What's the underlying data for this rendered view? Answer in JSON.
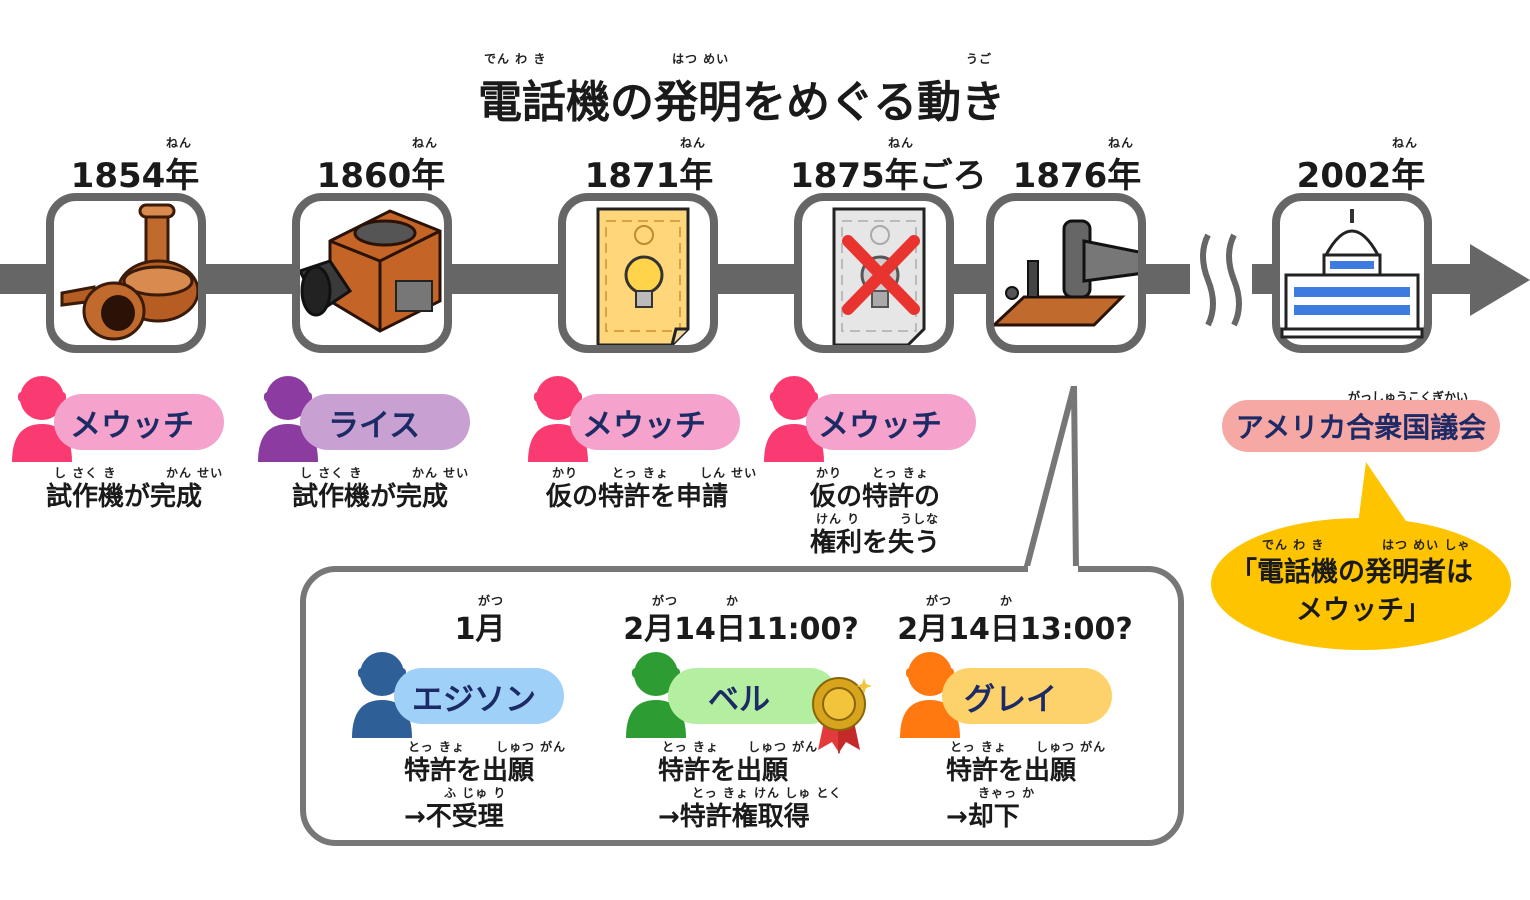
{
  "title": {
    "text": "電話機の発明をめぐる動き",
    "ruby_den_wa_ki": "でん わ き",
    "ruby_hatsumei": "はつ めい",
    "ruby_ugo": "うご"
  },
  "colors": {
    "bar": "#666666",
    "pink": "#fa3b72",
    "pink_pill": "#f5a3cc",
    "purple": "#8c3ca0",
    "purple_pill": "#c9a0d2",
    "blue": "#2e5f97",
    "blue_pill": "#9fd0f7",
    "green": "#2d9c33",
    "green_pill": "#b4eea0",
    "orange": "#ff7810",
    "orange_pill": "#fdd26a",
    "salmon_pill": "#f6a8a4",
    "yellow_bubble": "#ffc400"
  },
  "timeline": [
    {
      "year": "1854年",
      "ruby": "ねん",
      "icon": "meucci-telephone-icon",
      "person": "メウッチ",
      "person_color": "pink",
      "caption": "試作機が完成",
      "caption_ruby_1": "し さく き",
      "caption_ruby_2": "かん せい"
    },
    {
      "year": "1860年",
      "ruby": "ねん",
      "icon": "reis-telephone-icon",
      "person": "ライス",
      "person_color": "purple",
      "caption": "試作機が完成",
      "caption_ruby_1": "し さく き",
      "caption_ruby_2": "かん せい"
    },
    {
      "year": "1871年",
      "ruby": "ねん",
      "icon": "patent-document-icon",
      "person": "メウッチ",
      "person_color": "pink",
      "caption": "仮の特許を申請",
      "caption_ruby_1": "かり",
      "caption_ruby_2": "とっ きょ",
      "caption_ruby_3": "しん せい"
    },
    {
      "year": "1875年ごろ",
      "ruby": "ねん",
      "icon": "crossed-patent-icon",
      "person": "メウッチ",
      "person_color": "pink",
      "caption_line1": "仮の特許の",
      "caption_line2": "権利を失う",
      "caption_ruby_1": "かり",
      "caption_ruby_2": "とっ きょ",
      "caption_ruby_3": "けん り",
      "caption_ruby_4": "うしな"
    },
    {
      "year": "1876年",
      "ruby": "ねん",
      "icon": "bell-telephone-icon"
    },
    {
      "year": "2002年",
      "ruby": "ねん",
      "icon": "capitol-building-icon",
      "org": "アメリカ合衆国議会",
      "org_ruby": "がっしゅうこくぎかい",
      "speech": "「電話機の発明者は",
      "speech2": "メウッチ」",
      "speech_ruby_1": "でん わ き",
      "speech_ruby_2": "はつ めい しゃ"
    }
  ],
  "popup": [
    {
      "time": "1月",
      "time_ruby": "がつ",
      "person": "エジソン",
      "line1": "特許を出願",
      "line2": "→不受理",
      "ruby1a": "とっ きょ",
      "ruby1b": "しゅつ がん",
      "ruby2": "ふ じゅ り"
    },
    {
      "time": "2月14日11:00?",
      "time_ruby_1": "がつ",
      "time_ruby_2": "か",
      "person": "ベル",
      "line1": "特許を出願",
      "line2": "→特許権取得",
      "ruby1a": "とっ きょ",
      "ruby1b": "しゅつ がん",
      "ruby2": "とっ きょ けん しゅ とく"
    },
    {
      "time": "2月14日13:00?",
      "time_ruby_1": "がつ",
      "time_ruby_2": "か",
      "person": "グレイ",
      "line1": "特許を出願",
      "line2": "→却下",
      "ruby1a": "とっ きょ",
      "ruby1b": "しゅつ がん",
      "ruby2": "きゃっ か"
    }
  ]
}
